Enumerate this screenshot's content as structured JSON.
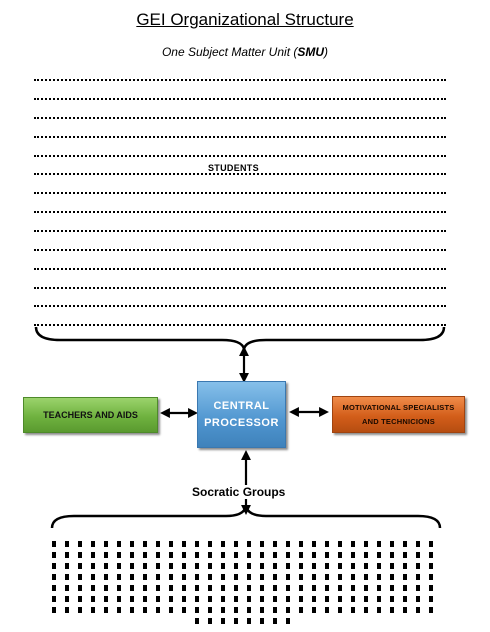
{
  "title": "GEI Organizational Structure",
  "subtitle": {
    "prefix": "One Subject Matter Unit (",
    "abbrev": "SMU",
    "suffix": ")"
  },
  "students_label": "STUDENTS",
  "boxes": {
    "teachers": "TEACHERS AND AIDS",
    "central_line1": "CENTRAL",
    "central_line2": "PROCESSOR",
    "motivational_line1": "MOTIVATIONAL SPECIALISTS",
    "motivational_line2": "AND TECHNICIONS"
  },
  "socratic_label": "Socratic  Groups",
  "colors": {
    "teachers_box": "#6fb23f",
    "central_box": "#4f95cf",
    "motivational_box": "#d35e1a"
  }
}
